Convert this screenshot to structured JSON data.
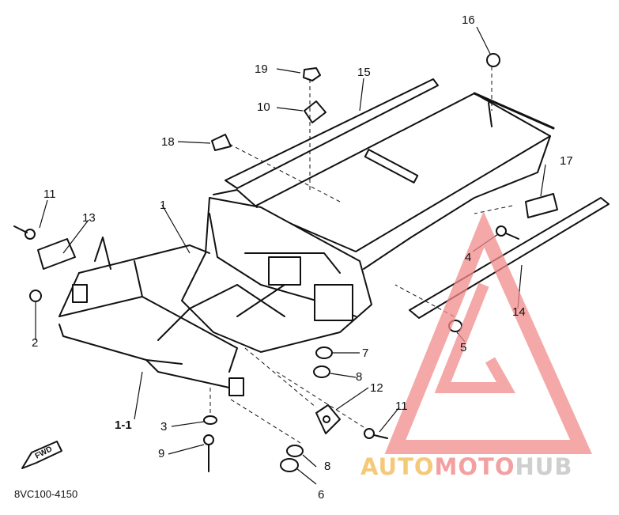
{
  "diagram": {
    "part_code": "8VC100-4150",
    "fwd_label": "FWD",
    "callouts": [
      {
        "id": "c1",
        "text": "1"
      },
      {
        "id": "c1-1",
        "text": "1-1"
      },
      {
        "id": "c2",
        "text": "2"
      },
      {
        "id": "c3",
        "text": "3"
      },
      {
        "id": "c4",
        "text": "4"
      },
      {
        "id": "c5",
        "text": "5"
      },
      {
        "id": "c6",
        "text": "6"
      },
      {
        "id": "c7",
        "text": "7"
      },
      {
        "id": "c8a",
        "text": "8"
      },
      {
        "id": "c8b",
        "text": "8"
      },
      {
        "id": "c9",
        "text": "9"
      },
      {
        "id": "c10",
        "text": "10"
      },
      {
        "id": "c11a",
        "text": "11"
      },
      {
        "id": "c11b",
        "text": "11"
      },
      {
        "id": "c12",
        "text": "12"
      },
      {
        "id": "c13",
        "text": "13"
      },
      {
        "id": "c14",
        "text": "14"
      },
      {
        "id": "c15",
        "text": "15"
      },
      {
        "id": "c16",
        "text": "16"
      },
      {
        "id": "c17",
        "text": "17"
      },
      {
        "id": "c18",
        "text": "18"
      },
      {
        "id": "c19",
        "text": "19"
      }
    ]
  },
  "watermark": {
    "part1": "AUTO",
    "part2": "MOTO",
    "part3": "HUB",
    "colors": {
      "logo": "#f28b8b",
      "auto": "#f5c97a",
      "moto": "#f3a0a0",
      "hub": "#cfcfcf"
    }
  }
}
